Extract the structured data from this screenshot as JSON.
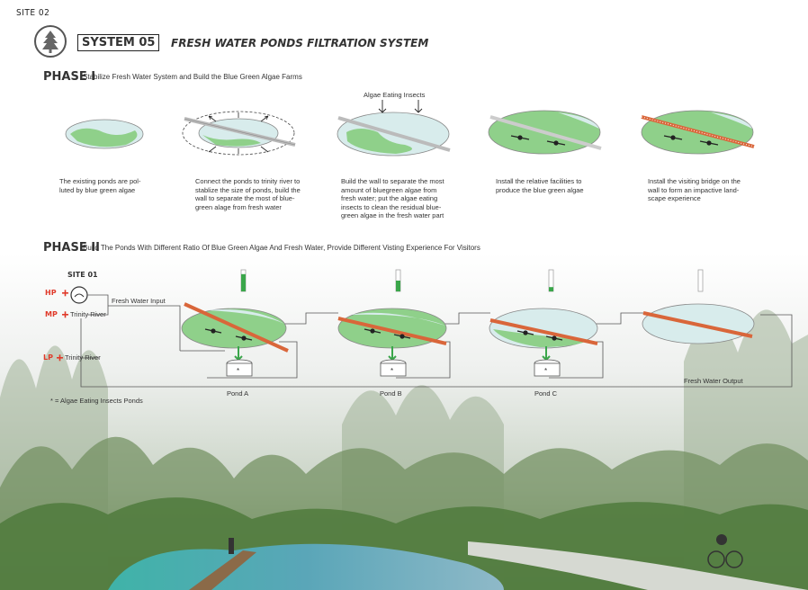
{
  "header": {
    "site_label": "SITE 02",
    "system_number": "SYSTEM 05",
    "system_title": "FRESH WATER PONDS FILTRATION SYSTEM",
    "logo_icon": "pine-tree-icon"
  },
  "phase1": {
    "heading": "PHASE I",
    "title": "Stabilize Fresh Water System and Build the Blue Green Algae Farms",
    "insects_label": "Algae Eating Insects",
    "steps": [
      {
        "caption": "The existing ponds are pol-\nluted by blue green algae"
      },
      {
        "caption": "Connect the ponds to trinity river to\nstablize the size of ponds, build the\nwall to separate the most of blue-\ngreen alage from fresh water"
      },
      {
        "caption": "Build the wall to separate the most\namount of bluegreen algae from\nfresh water; put the algae eating\ninsects to clean the residual blue-\ngreen algae in the fresh water part"
      },
      {
        "caption": "Install the relative facilities to\nproduce the blue green algae"
      },
      {
        "caption": "Install the visiting bridge on the\nwall to form an impactive land-\nscape experience"
      }
    ]
  },
  "phase2": {
    "heading": "PHASE II",
    "title": "Build The Ponds With Different Ratio Of Blue Green Algae And Fresh Water, Provide Different Visting Experience For Visitors",
    "site_label": "SITE 01",
    "inputs": [
      {
        "code": "HP",
        "label": ""
      },
      {
        "code": "MP",
        "label": "Trinity River"
      },
      {
        "code": "LP",
        "label": "Trinity River"
      }
    ],
    "fresh_water_input": "Fresh Water Input",
    "fresh_water_output": "Fresh Water Output",
    "legend": "* = Algae Eating Insects Ponds",
    "ponds": [
      {
        "name": "Pond A",
        "algae_level": 0.8
      },
      {
        "name": "Pond B",
        "algae_level": 0.5
      },
      {
        "name": "Pond C",
        "algae_level": 0.2
      },
      {
        "name": "",
        "algae_level": 0.0
      }
    ]
  },
  "colors": {
    "algae_green": "#8fd08a",
    "water": "#d8ecec",
    "bridge": "#d9663a",
    "level_green": "#3aa64a",
    "accent_red": "#e03a2a"
  }
}
